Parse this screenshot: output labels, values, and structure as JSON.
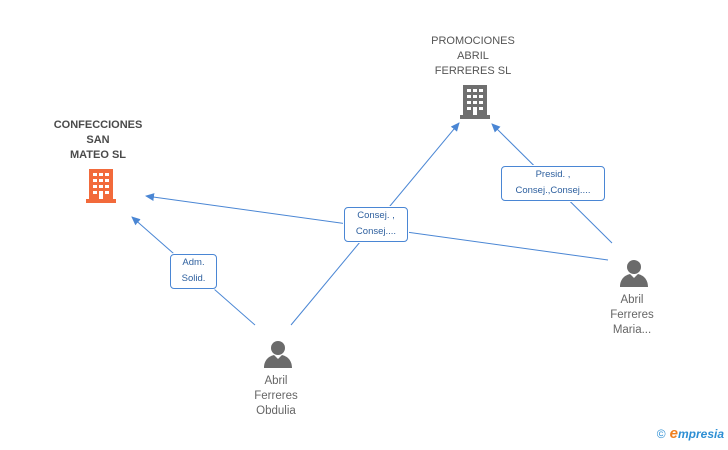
{
  "companies": {
    "confecciones": {
      "name": "CONFECCIONES\nSAN\nMATEO SL",
      "color": "#f26a3b"
    },
    "promociones": {
      "name": "PROMOCIONES\nABRIL\nFERRERES SL",
      "color": "#6f6f6f"
    }
  },
  "people": {
    "obdulia": {
      "name": "Abril\nFerreres\nObdulia"
    },
    "maria": {
      "name": "Abril\nFerreres\nMaria..."
    }
  },
  "relations": {
    "adm": {
      "line1": "Adm.",
      "line2": "Solid."
    },
    "consej": {
      "line1": "Consej. ,",
      "line2": "Consej...."
    },
    "presid": {
      "line1": "Presid. ,",
      "line2": "Consej.,Consej...."
    }
  },
  "colors": {
    "edge": "#4a86d4",
    "person": "#6b6b6b"
  },
  "brand": {
    "copyright": "©",
    "initial": "e",
    "rest": "mpresia"
  }
}
